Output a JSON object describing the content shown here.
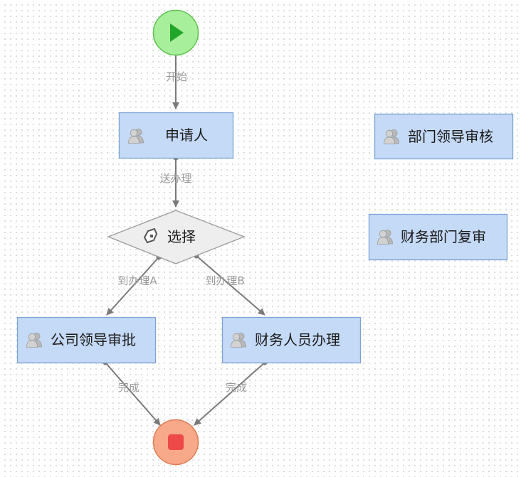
{
  "workflow": {
    "nodes": {
      "start": {
        "icon": "play-icon"
      },
      "applicant": {
        "label": "申请人",
        "icon": "users-icon"
      },
      "dept_leader_review": {
        "label": "部门领导审核",
        "icon": "users-icon"
      },
      "finance_dept_recheck": {
        "label": "财务部门复审",
        "icon": "users-icon"
      },
      "choice": {
        "label": "选择",
        "icon": "gateway-icon"
      },
      "company_leader_approval": {
        "label": "公司领导审批",
        "icon": "users-icon"
      },
      "finance_staff_handle": {
        "label": "财务人员办理",
        "icon": "users-icon"
      },
      "end": {
        "icon": "stop-icon"
      }
    },
    "edges": {
      "start_to_applicant": "开始",
      "applicant_to_choice": "送办理",
      "choice_to_company": "到办理A",
      "choice_to_finance": "到办理B",
      "company_to_end": "完成",
      "finance_to_end": "完成"
    },
    "colors": {
      "task_fill": "#c5daf6",
      "task_border": "#7da3d6",
      "start_fill": "#a8ef9c",
      "start_border": "#5cc24c",
      "start_icon": "#22a62a",
      "end_fill": "#f8a989",
      "end_border": "#e07b55",
      "end_icon": "#ee4a4a",
      "gateway_fill": "#eeeeee",
      "gateway_border": "#9a9a9a",
      "edge": "#7a7a7a",
      "edge_label": "#9a9a9a"
    }
  }
}
